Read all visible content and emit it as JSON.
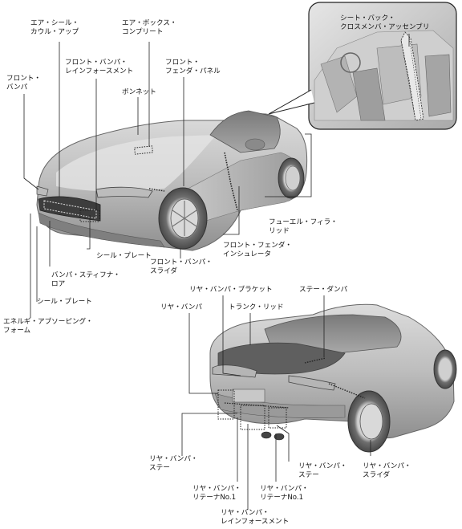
{
  "labels": {
    "air_seal_cowl_up": "エア・シール・\nカウル・アップ",
    "air_box_complete": "エア・ボックス・\nコンプリート",
    "seat_back_crossmember": "シート・バック・\nクロスメンバ・アッセンブリ",
    "front_bumper": "フロント・\nバンパ",
    "front_bumper_reinforcement": "フロント・バンパ・\nレインフォースメント",
    "front_fender_panel": "フロント・\nフェンダ・パネル",
    "bonnet": "ボンネット",
    "fuel_filler_lid": "フューエル・フィラ・\nリッド",
    "front_fender_insulator": "フロント・フェンダ・\nインシュレータ",
    "seal_plate_1": "シール・プレート",
    "front_bumper_slider": "フロント・バンパ・\nスライダ",
    "bumper_stiffener_lower": "バンパ・スティフナ・\nロア",
    "seal_plate_2": "シール・プレート",
    "energy_absorbing_foam": "エネルギ・アブソーピング・\nフォーム",
    "rear_bumper_bracket": "リヤ・バンパ・ブラケット",
    "stay_damper": "ステー・ダンパ",
    "rear_bumper": "リヤ・バンパ",
    "trunk_lid": "トランク・リッド",
    "rear_bumper_stay_left": "リヤ・バンパ・\nステー",
    "rear_bumper_stay_right": "リヤ・バンパ・\nステー",
    "rear_bumper_slider": "リヤ・バンパ・\nスライダ",
    "rear_bumper_retainer_1a": "リヤ・バンパ・\nリテーナNo.1",
    "rear_bumper_retainer_1b": "リヤ・バンパ・\nリテーナNo.1",
    "rear_bumper_reinforcement": "リヤ・バンパ・\nレインフォースメント"
  }
}
